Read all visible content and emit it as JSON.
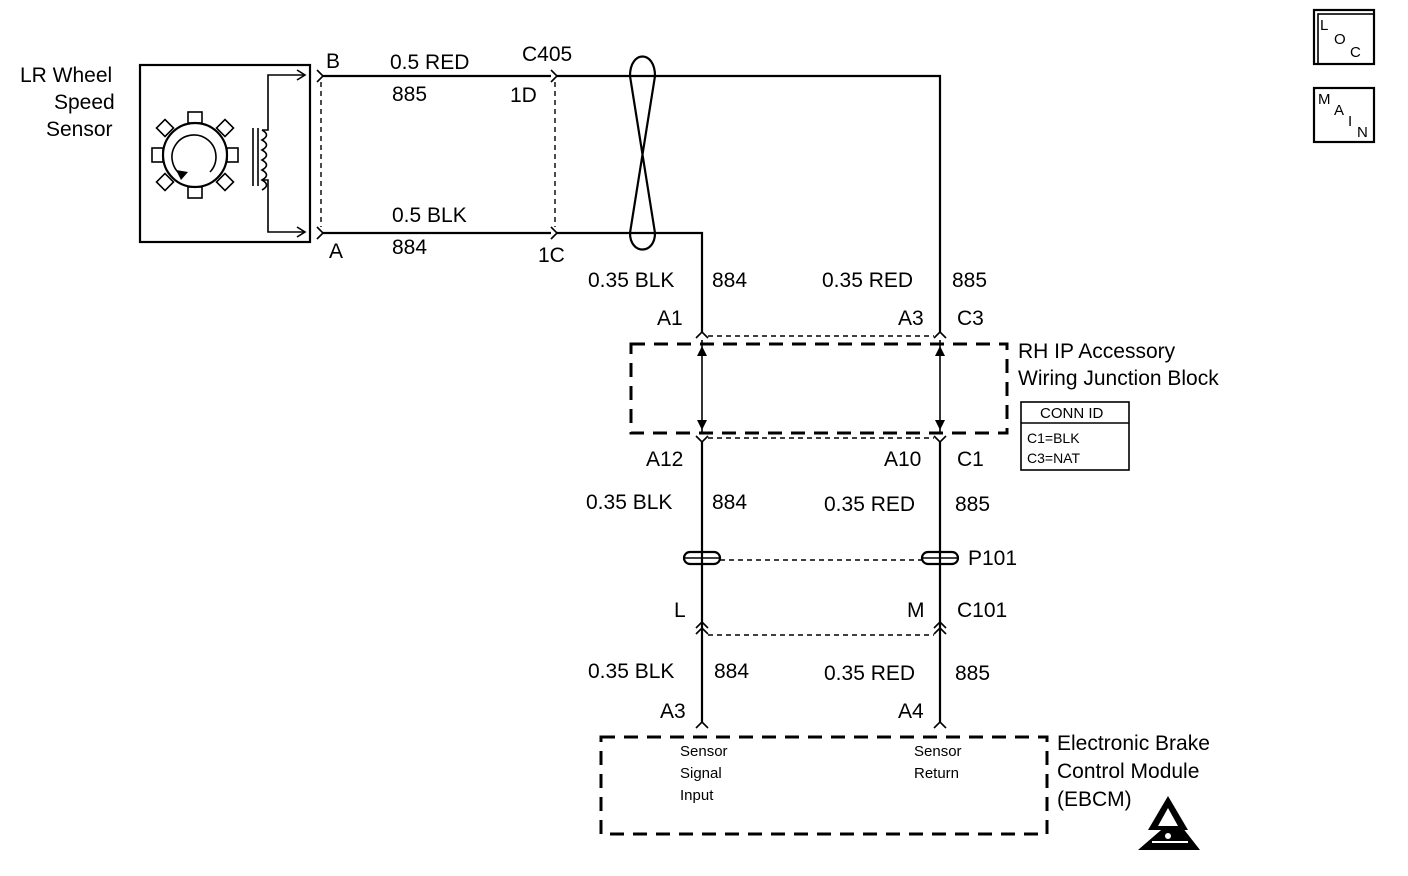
{
  "sensor": {
    "line1": "LR Wheel",
    "line2": "Speed",
    "line3": "Sensor",
    "pin_b": "B",
    "pin_a": "A"
  },
  "wire_top": {
    "gauge": "0.5 RED",
    "circuit": "885"
  },
  "wire_bottom": {
    "gauge": "0.5 BLK",
    "circuit": "884"
  },
  "connector_c405": {
    "name": "C405",
    "pin_1d": "1D",
    "pin_1c": "1C"
  },
  "left_upper": {
    "gauge": "0.35 BLK",
    "circuit": "884"
  },
  "right_upper": {
    "gauge": "0.35 RED",
    "circuit": "885"
  },
  "junction_block": {
    "line1": "RH IP Accessory",
    "line2": "Wiring Junction Block",
    "pin_a1": "A1",
    "pin_a3": "A3",
    "conn_c3": "C3",
    "pin_a12": "A12",
    "pin_a10": "A10",
    "conn_c1": "C1",
    "conn_id": {
      "title": "CONN ID",
      "row1": "C1=BLK",
      "row2": "C3=NAT"
    }
  },
  "left_mid": {
    "gauge": "0.35 BLK",
    "circuit": "884"
  },
  "right_mid": {
    "gauge": "0.35 RED",
    "circuit": "885"
  },
  "p101": "P101",
  "c101": {
    "name": "C101",
    "pin_l": "L",
    "pin_m": "M"
  },
  "left_lower": {
    "gauge": "0.35 BLK",
    "circuit": "884"
  },
  "right_lower": {
    "gauge": "0.35 RED",
    "circuit": "885"
  },
  "ebcm": {
    "line1": "Electronic Brake",
    "line2": "Control Module",
    "line3": "(EBCM)",
    "pin_a3": "A3",
    "pin_a4": "A4",
    "signal": {
      "l1": "Sensor",
      "l2": "Signal",
      "l3": "Input"
    },
    "return": {
      "l1": "Sensor",
      "l2": "Return"
    }
  },
  "loc_icon": {
    "l": "L",
    "o": "O",
    "c": "C"
  },
  "main_icon": {
    "m": "M",
    "a": "A",
    "i": "I",
    "n": "N"
  },
  "icons": [
    "esd-warning-icon",
    "loc-icon",
    "main-icon"
  ]
}
